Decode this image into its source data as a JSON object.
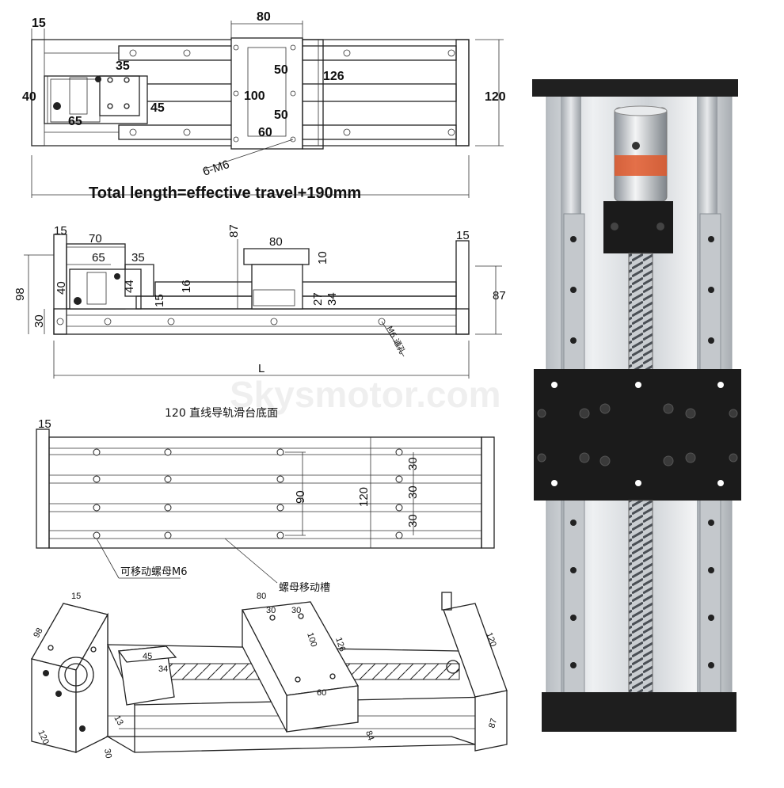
{
  "top_view": {
    "dims": {
      "d15": "15",
      "d80": "80",
      "d35": "35",
      "d40": "40",
      "d45": "45",
      "d65": "65",
      "d100": "100",
      "d50a": "50",
      "d50b": "50",
      "d60": "60",
      "d126": "126",
      "d120": "120",
      "holes": "6-M6"
    },
    "note": "Total length=effective travel+190mm"
  },
  "side_view": {
    "dims": {
      "d15l": "15",
      "d70": "70",
      "d65": "65",
      "d35": "35",
      "d87top": "87",
      "d80": "80",
      "d10": "10",
      "d15r": "15",
      "d98": "98",
      "d40": "40",
      "d44": "44",
      "d16": "16",
      "d15s": "15",
      "d27": "27",
      "d34": "34",
      "d87": "87",
      "d30": "30",
      "dL": "L",
      "hole": "M6 通孔"
    }
  },
  "base_view": {
    "title": "120 直线导轨滑台底面",
    "dims": {
      "d15": "15",
      "d90": "90",
      "d120": "120",
      "d30a": "30",
      "d30b": "30",
      "d30c": "30"
    },
    "label_nut": "可移动螺母M6",
    "label_slot": "螺母移动槽"
  },
  "iso_view": {
    "dims": {
      "d15": "15",
      "d98": "98",
      "d120l": "120",
      "d45": "45",
      "d34": "34",
      "d13": "13",
      "d80": "80",
      "d30a": "30",
      "d30b": "30",
      "d100": "100",
      "d126": "126",
      "d60": "60",
      "d120r": "120",
      "d87": "87",
      "d84": "84",
      "d30c": "30"
    }
  },
  "watermark": "Skysmotor.com",
  "colors": {
    "line": "#222222",
    "aluminum": "#d6d9dc",
    "black_plate": "#1b1b1b",
    "coupling_orange": "#e0582a"
  }
}
